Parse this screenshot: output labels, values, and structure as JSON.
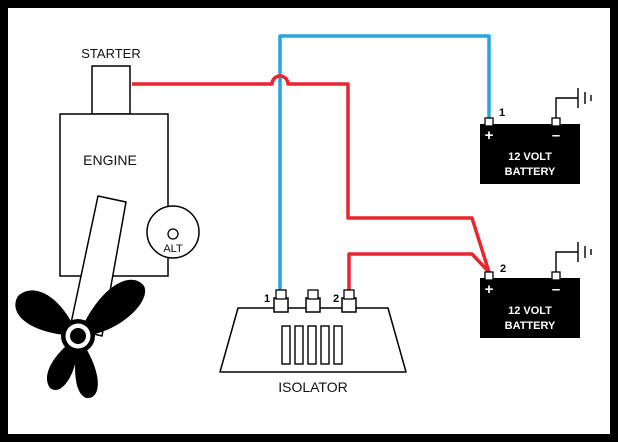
{
  "diagram": {
    "labels": {
      "starter": "STARTER",
      "engine": "ENGINE",
      "alternator": "ALT",
      "isolator": "ISOLATOR"
    },
    "battery_1": {
      "terminal_number": "1",
      "line1": "12 VOLT",
      "line2": "BATTERY",
      "positive_sign": "+",
      "negative_sign": "–"
    },
    "battery_2": {
      "terminal_number": "2",
      "line1": "12 VOLT",
      "line2": "BATTERY",
      "positive_sign": "+",
      "negative_sign": "–"
    },
    "isolator_terminals": {
      "t1": "1",
      "t2": "2"
    },
    "colors": {
      "frame": "#000000",
      "outline": "#000000",
      "red_wire": "#e8262f",
      "blue_wire": "#27a5de",
      "battery_fill": "#000000"
    }
  }
}
